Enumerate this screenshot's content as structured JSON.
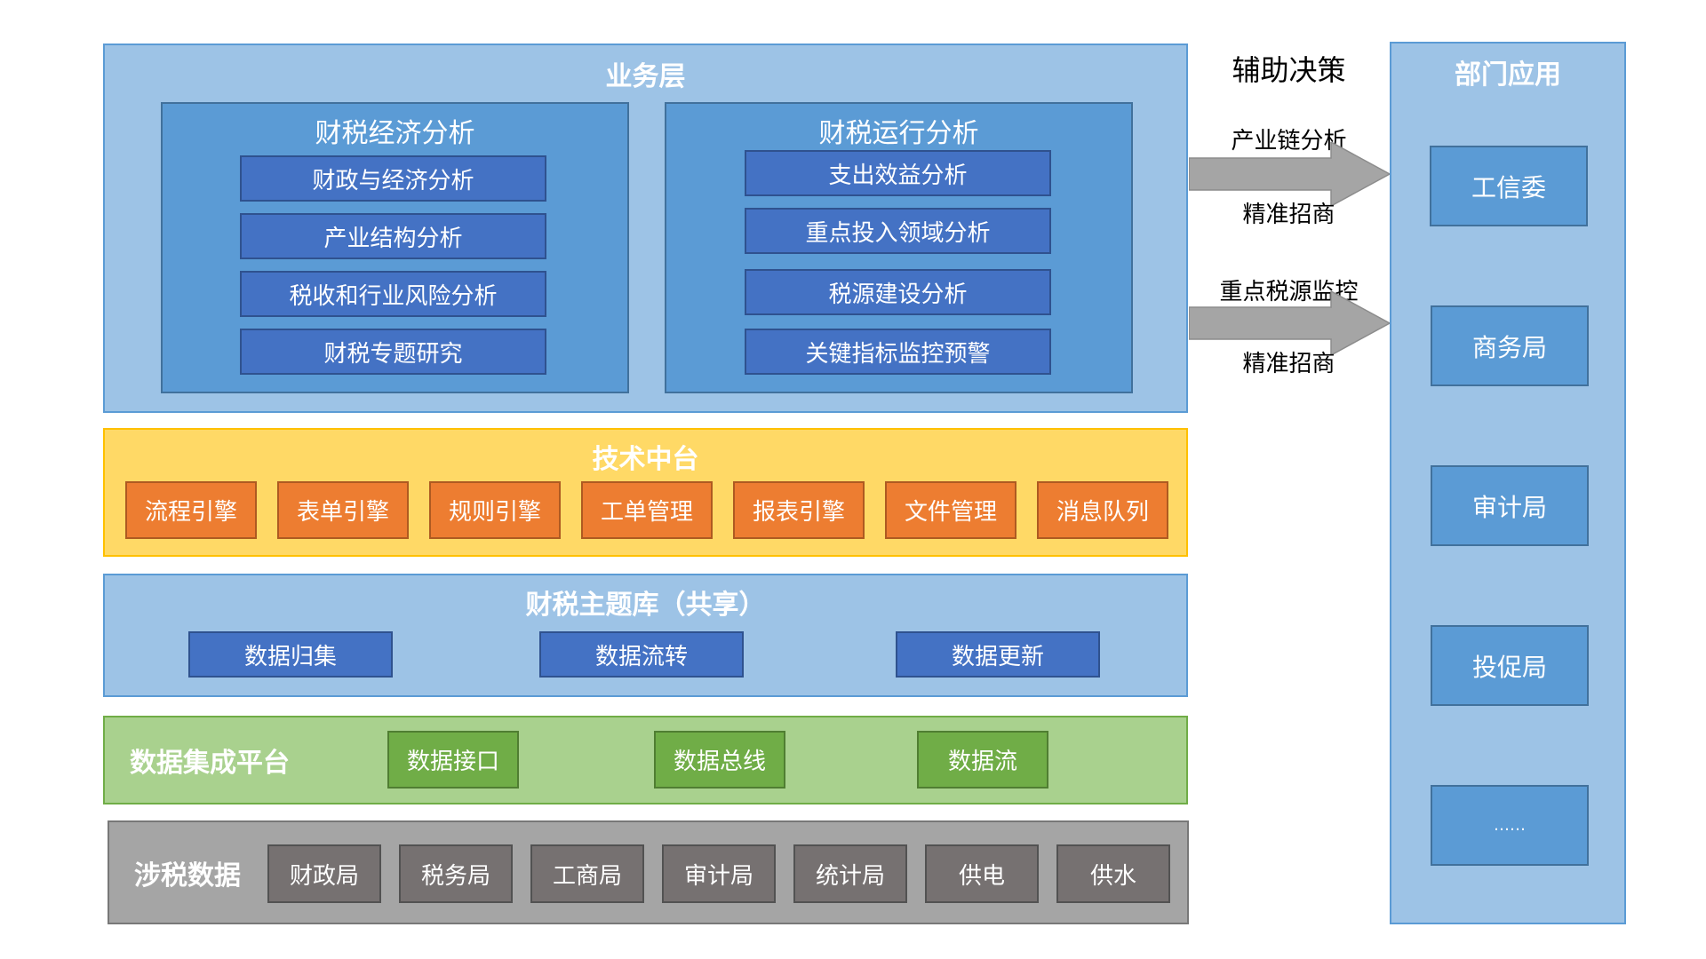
{
  "business_layer": {
    "title": "业务层",
    "groups": [
      {
        "title": "财税经济分析",
        "items": [
          "财政与经济分析",
          "产业结构分析",
          "税收和行业风险分析",
          "财税专题研究"
        ]
      },
      {
        "title": "财税运行分析",
        "items": [
          "支出效益分析",
          "重点投入领域分析",
          "税源建设分析",
          "关键指标监控预警"
        ]
      }
    ]
  },
  "tech_platform": {
    "title": "技术中台",
    "items": [
      "流程引擎",
      "表单引擎",
      "规则引擎",
      "工单管理",
      "报表引擎",
      "文件管理",
      "消息队列"
    ]
  },
  "theme_library": {
    "title": "财税主题库（共享）",
    "items": [
      "数据归集",
      "数据流转",
      "数据更新"
    ]
  },
  "data_integration": {
    "title": "数据集成平台",
    "items": [
      "数据接口",
      "数据总线",
      "数据流"
    ]
  },
  "tax_data": {
    "title": "涉税数据",
    "items": [
      "财政局",
      "税务局",
      "工商局",
      "审计局",
      "统计局",
      "供电",
      "供水"
    ]
  },
  "decision_support": {
    "title": "辅助决策",
    "arrows": [
      {
        "label_above": "产业链分析",
        "label_below": "精准招商"
      },
      {
        "label_above": "重点税源监控",
        "label_below": "精准招商"
      }
    ]
  },
  "department_apps": {
    "title": "部门应用",
    "items": [
      "工信委",
      "商务局",
      "审计局",
      "投促局",
      "……"
    ]
  },
  "colors": {
    "business_bg": "#9dc3e6",
    "group_bg": "#5b9bd5",
    "item_blue": "#4472c4",
    "tech_bg": "#ffd966",
    "tech_item": "#ed7d31",
    "integration_bg": "#a9d18e",
    "integration_item": "#70ad47",
    "tax_bg": "#a5a5a5",
    "tax_item": "#767171",
    "arrow": "#a5a5a5"
  }
}
